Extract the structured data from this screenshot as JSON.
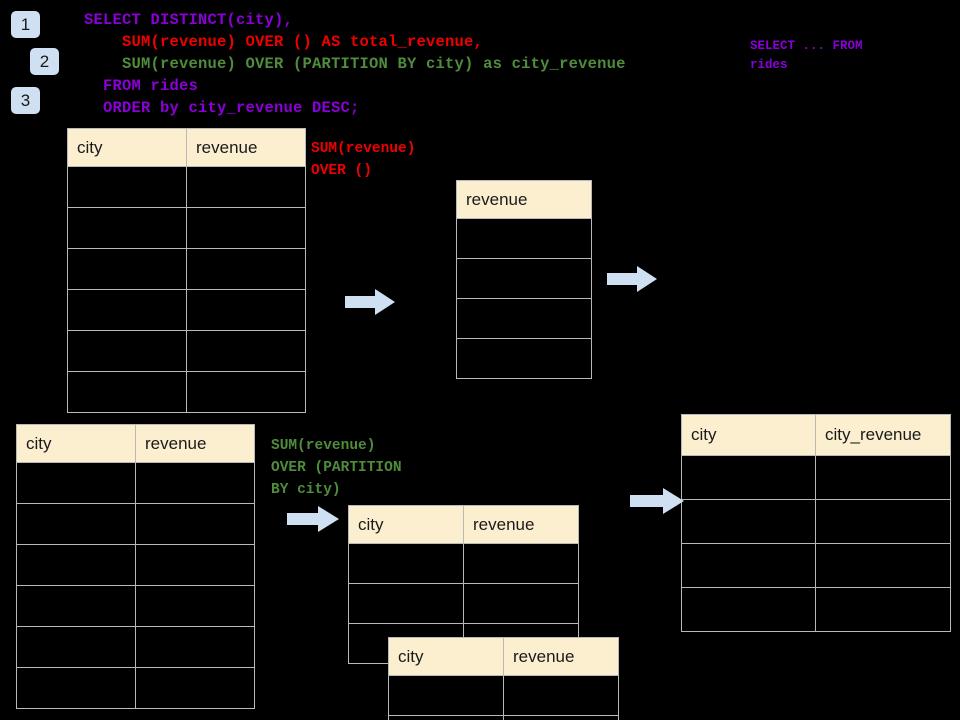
{
  "page": {
    "title": "SQL window function execution diagram",
    "background_color": "#000000",
    "header_fill": "#fcefd0",
    "arrow_fill": "#cfe0f2",
    "badge_fill": "#cfe0f2",
    "border_color": "#b9b9b9"
  },
  "badges": [
    {
      "label": "1"
    },
    {
      "label": "2"
    },
    {
      "label": "3"
    }
  ],
  "sql": {
    "line1": "SELECT DISTINCT(city),",
    "line2": "    SUM(revenue) OVER () AS total_revenue,",
    "line3": "    SUM(revenue) OVER (PARTITION BY city) as city_revenue",
    "line4": "  FROM rides",
    "line5": "  ORDER by city_revenue DESC;",
    "colors": {
      "line1": "#8b00d8",
      "line2": "#ee0000",
      "line3": "#4f8c3c",
      "line4": "#8b00d8",
      "line5": "#8b00d8"
    }
  },
  "side_note": {
    "text": "SELECT ... FROM\nrides",
    "color": "#8b00d8"
  },
  "annotations": {
    "total": {
      "text": "SUM(revenue)\nOVER ()",
      "color": "#ee0000"
    },
    "partition": {
      "text": "SUM(revenue)\nOVER (PARTITION\nBY city)",
      "color": "#4f8c3c"
    }
  },
  "tables": {
    "source_top": {
      "name": "rides source table (top)",
      "headers": [
        "city",
        "revenue"
      ],
      "rows": [
        [
          "",
          ""
        ],
        [
          "",
          ""
        ],
        [
          "",
          ""
        ],
        [
          "",
          ""
        ],
        [
          "",
          ""
        ],
        [
          "",
          ""
        ]
      ]
    },
    "total_revenue": {
      "name": "total revenue intermediate",
      "headers": [
        "revenue"
      ],
      "rows": [
        [
          ""
        ],
        [
          ""
        ],
        [
          ""
        ],
        [
          ""
        ]
      ]
    },
    "source_bottom": {
      "name": "rides source table (bottom)",
      "headers": [
        "city",
        "revenue"
      ],
      "rows": [
        [
          "",
          ""
        ],
        [
          "",
          ""
        ],
        [
          "",
          ""
        ],
        [
          "",
          ""
        ],
        [
          "",
          ""
        ],
        [
          "",
          ""
        ]
      ]
    },
    "partition_back": {
      "name": "partition group (back)",
      "headers": [
        "city",
        "revenue"
      ],
      "rows": [
        [
          "",
          ""
        ],
        [
          "",
          ""
        ],
        [
          "",
          ""
        ]
      ]
    },
    "partition_front": {
      "name": "partition group (front)",
      "headers": [
        "city",
        "revenue"
      ],
      "rows": [
        [
          "",
          ""
        ],
        [
          "",
          ""
        ]
      ]
    },
    "result": {
      "name": "final result table",
      "headers": [
        "city",
        "city_revenue"
      ],
      "rows": [
        [
          "",
          ""
        ],
        [
          "",
          ""
        ],
        [
          "",
          ""
        ],
        [
          "",
          ""
        ]
      ]
    }
  },
  "arrows": [
    {
      "label": "arrow-source-to-total"
    },
    {
      "label": "arrow-total-to-result"
    },
    {
      "label": "arrow-source-to-partition"
    },
    {
      "label": "arrow-partition-to-result"
    }
  ]
}
